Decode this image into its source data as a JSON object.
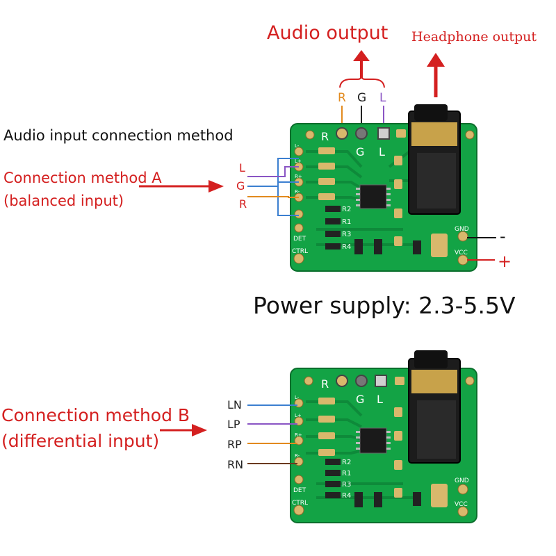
{
  "colors": {
    "red": "#d42020",
    "pcb_green": "#13a345",
    "pcb_dark": "#0b6e2c",
    "pad_gold": "#d9b86c",
    "wire_blue": "#3b7fd0",
    "wire_purple": "#8a55c4",
    "wire_orange": "#e28a1e",
    "wire_brown": "#6b3a1f"
  },
  "top": {
    "audio_output": "Audio output",
    "headphone_output": "Headphone output",
    "output_pins": [
      "R",
      "G",
      "L"
    ],
    "input_method_title": "Audio input connection method",
    "method_a_line1": "Connection method A",
    "method_a_line2": "(balanced input)",
    "input_pins": [
      "L",
      "G",
      "R"
    ],
    "power_minus": "-",
    "power_plus": "+",
    "power_supply": "Power supply: 2.3-5.5V"
  },
  "bottom": {
    "method_b_line1": "Connection method B",
    "method_b_line2": "(differential input)",
    "input_pins": [
      "LN",
      "LP",
      "RP",
      "RN"
    ]
  },
  "board": {
    "silk_pins": [
      "L-",
      "L+",
      "R+",
      "R-"
    ],
    "silk_det": "DET",
    "silk_ctrl": "CTRL",
    "silk_gnd": "GND",
    "silk_vcc": "VCC",
    "silk_resistors": [
      "R2",
      "R1",
      "R3",
      "R4"
    ],
    "silk_top": [
      "R",
      "G",
      "L"
    ]
  }
}
